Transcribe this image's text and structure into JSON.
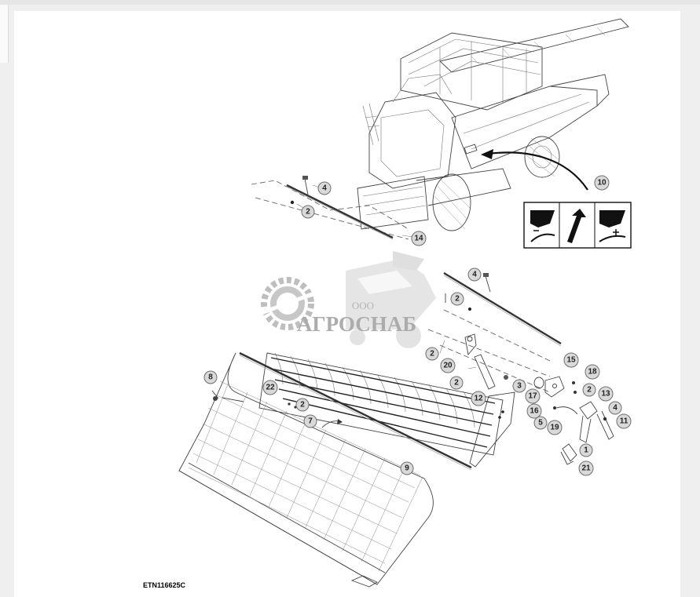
{
  "figure_id": "ETN116625C",
  "watermark": {
    "company_prefix": "ООО",
    "company_name": "АГРОСНАБ"
  },
  "callouts": [
    {
      "label": "1"
    },
    {
      "label": "2"
    },
    {
      "label": "2"
    },
    {
      "label": "2"
    },
    {
      "label": "2"
    },
    {
      "label": "2"
    },
    {
      "label": "2"
    },
    {
      "label": "3"
    },
    {
      "label": "4"
    },
    {
      "label": "4"
    },
    {
      "label": "4"
    },
    {
      "label": "5"
    },
    {
      "label": "7"
    },
    {
      "label": "8"
    },
    {
      "label": "9"
    },
    {
      "label": "10"
    },
    {
      "label": "11"
    },
    {
      "label": "12"
    },
    {
      "label": "13"
    },
    {
      "label": "14"
    },
    {
      "label": "15"
    },
    {
      "label": "16"
    },
    {
      "label": "17"
    },
    {
      "label": "18"
    },
    {
      "label": "19"
    },
    {
      "label": "20"
    },
    {
      "label": "21"
    },
    {
      "label": "22"
    }
  ],
  "icons": [
    "concave-raise-icon",
    "direction-arrow-icon",
    "concave-lower-icon"
  ]
}
